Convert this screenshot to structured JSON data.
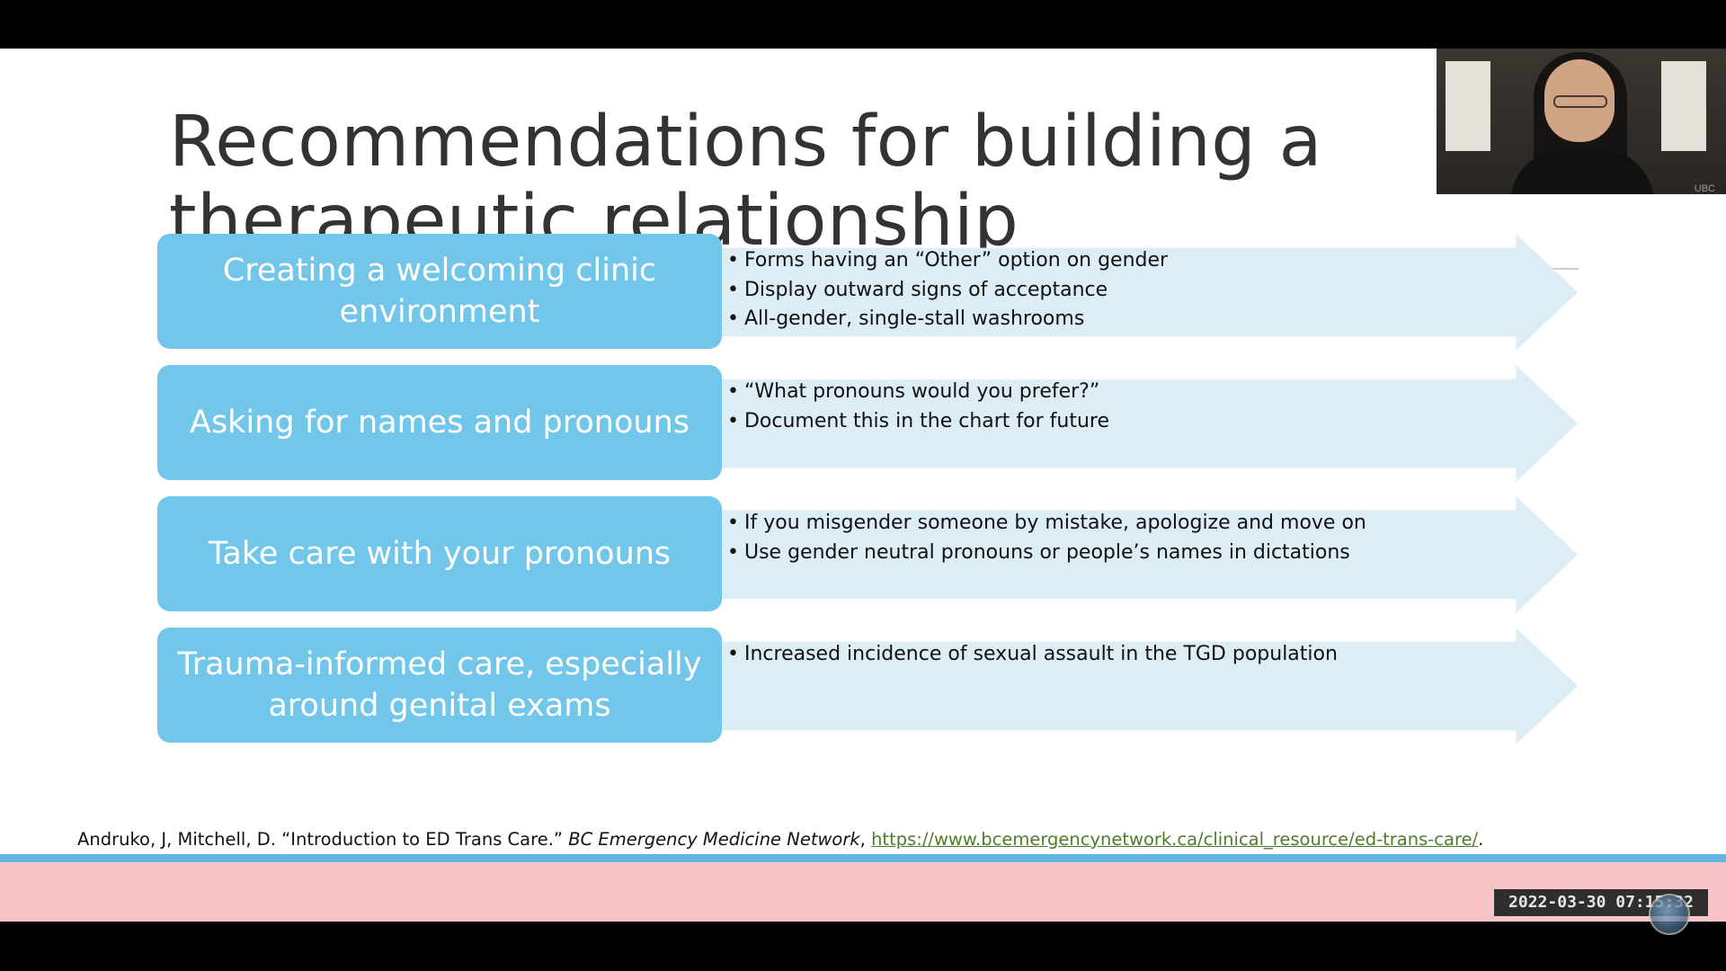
{
  "slide": {
    "title": "Recommendations for building a therapeutic relationship",
    "rows": [
      {
        "label": "Creating a welcoming clinic environment",
        "bullets": [
          "Forms having an “Other” option on gender",
          "Display outward signs of acceptance",
          "All-gender, single-stall washrooms"
        ]
      },
      {
        "label": "Asking for names and pronouns",
        "bullets": [
          "“What pronouns would you prefer?”",
          "Document this in the chart for future"
        ]
      },
      {
        "label": "Take care with your pronouns",
        "bullets": [
          "If you misgender someone by mistake, apologize and move on",
          "Use gender neutral pronouns or people’s names in dictations"
        ]
      },
      {
        "label": "Trauma-informed care, especially around genital exams",
        "bullets": [
          "Increased incidence of sexual assault in the TGD population"
        ]
      }
    ],
    "citation": {
      "authors": "Andruko, J, Mitchell, D. “Introduction to ED Trans Care.” ",
      "journal": "BC Emergency Medicine Network",
      "separator": ", ",
      "url": "https://www.bcemergencynetwork.ca/clinical_resource/ed-trans-care/",
      "end": "."
    }
  },
  "overlay": {
    "timestamp": "2022-03-30 07:15:32",
    "webcam_tag": "UBC"
  },
  "colors": {
    "pill": "#72c6ea",
    "arrow": "#dcedf6",
    "blue_bar": "#5fb6e0",
    "pink_bar": "#f7c5c6"
  }
}
